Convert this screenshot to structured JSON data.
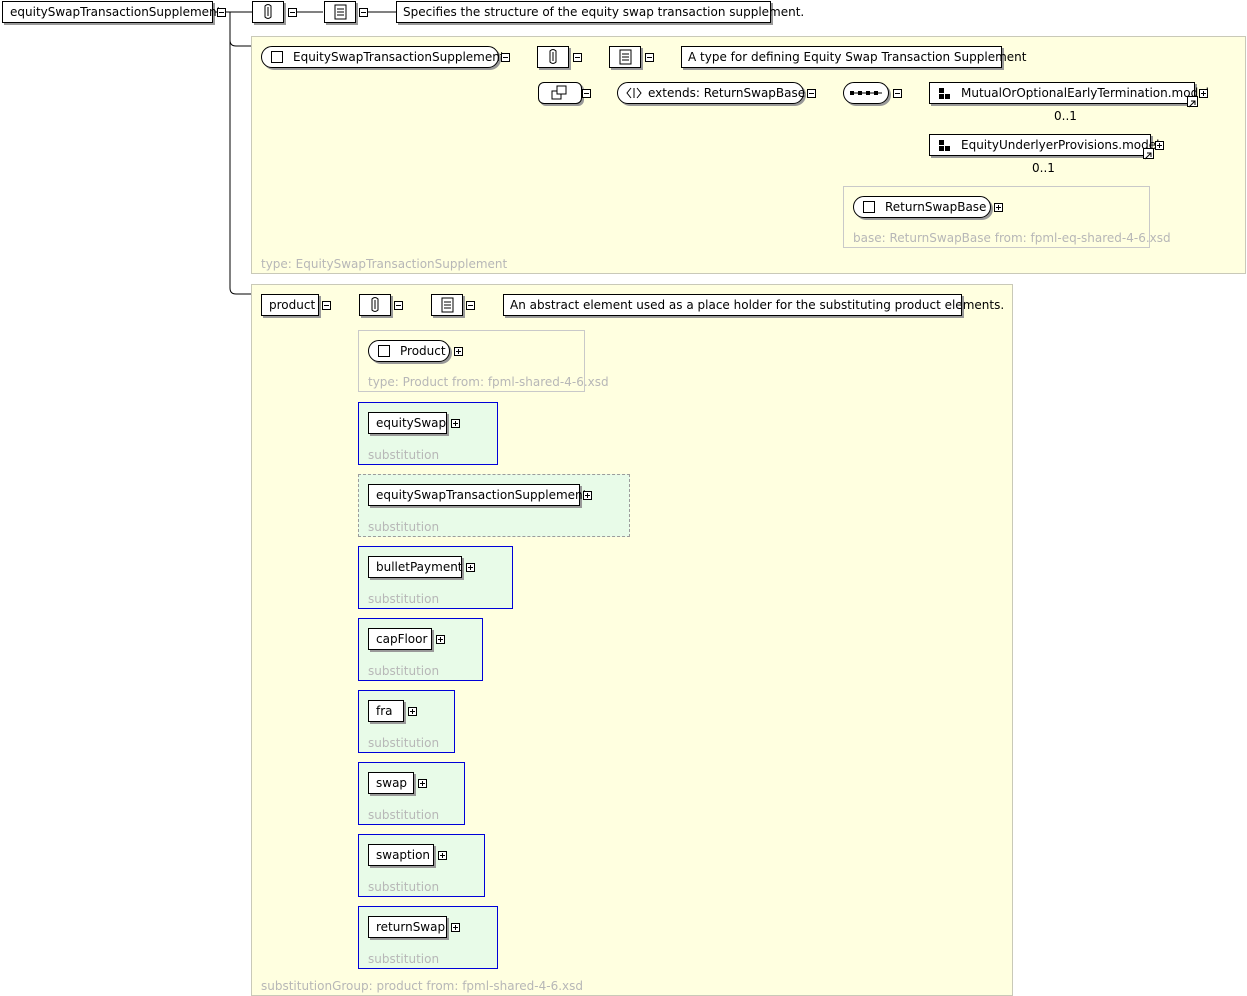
{
  "root": {
    "name": "equitySwapTransactionSupplement",
    "documentation": "Specifies the structure of the equity swap transaction supplement."
  },
  "type_panel": {
    "type_name": "EquitySwapTransactionSupplement",
    "documentation": "A type for defining Equity Swap Transaction Supplement",
    "extends_label": "extends: ReturnSwapBase",
    "groups": [
      {
        "name": "MutualOrOptionalEarlyTermination.model",
        "occurrence": "0..1"
      },
      {
        "name": "EquityUnderlyerProvisions.model",
        "occurrence": "0..1"
      }
    ],
    "base_type": "ReturnSwapBase",
    "base_label": "base: ReturnSwapBase from: fpml-eq-shared-4-6.xsd",
    "footer": "type: EquitySwapTransactionSupplement"
  },
  "product_panel": {
    "name": "product",
    "documentation": "An abstract element used as a place holder for the substituting product elements.",
    "type_name": "Product",
    "type_label": "type: Product from: fpml-shared-4-6.xsd",
    "substitutions": [
      {
        "name": "equitySwap",
        "label": "substitution"
      },
      {
        "name": "equitySwapTransactionSupplement",
        "label": "substitution"
      },
      {
        "name": "bulletPayment",
        "label": "substitution"
      },
      {
        "name": "capFloor",
        "label": "substitution"
      },
      {
        "name": "fra",
        "label": "substitution"
      },
      {
        "name": "swap",
        "label": "substitution"
      },
      {
        "name": "swaption",
        "label": "substitution"
      },
      {
        "name": "returnSwap",
        "label": "substitution"
      }
    ],
    "footer": "substitutionGroup: product from: fpml-shared-4-6.xsd"
  },
  "colors": {
    "panel_bg": "#ffffe0",
    "substitution_bg": "#e8fbe8",
    "substitution_border": "#0000d8",
    "muted_text": "#b7b7b7"
  }
}
